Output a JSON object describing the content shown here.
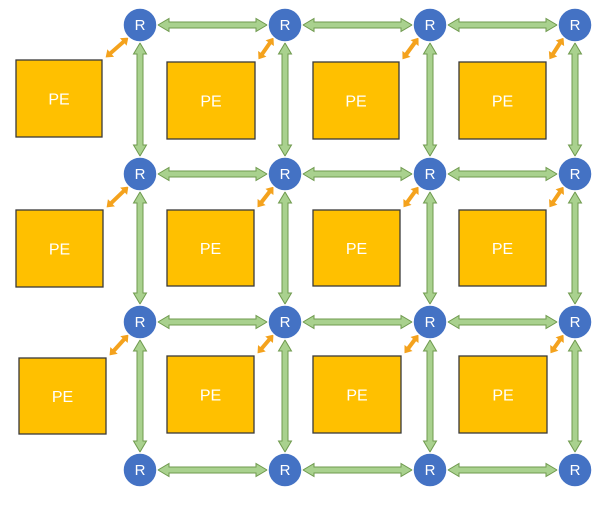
{
  "diagram": {
    "router_label": "R",
    "pe_label": "PE",
    "router_rows": 4,
    "router_cols": 4,
    "pe_rows": 3,
    "pe_cols": 4
  },
  "colors": {
    "router": "#4472c4",
    "pe": "#ffc000",
    "router_link": "#a9d18e",
    "pe_link": "#f4a21d"
  }
}
